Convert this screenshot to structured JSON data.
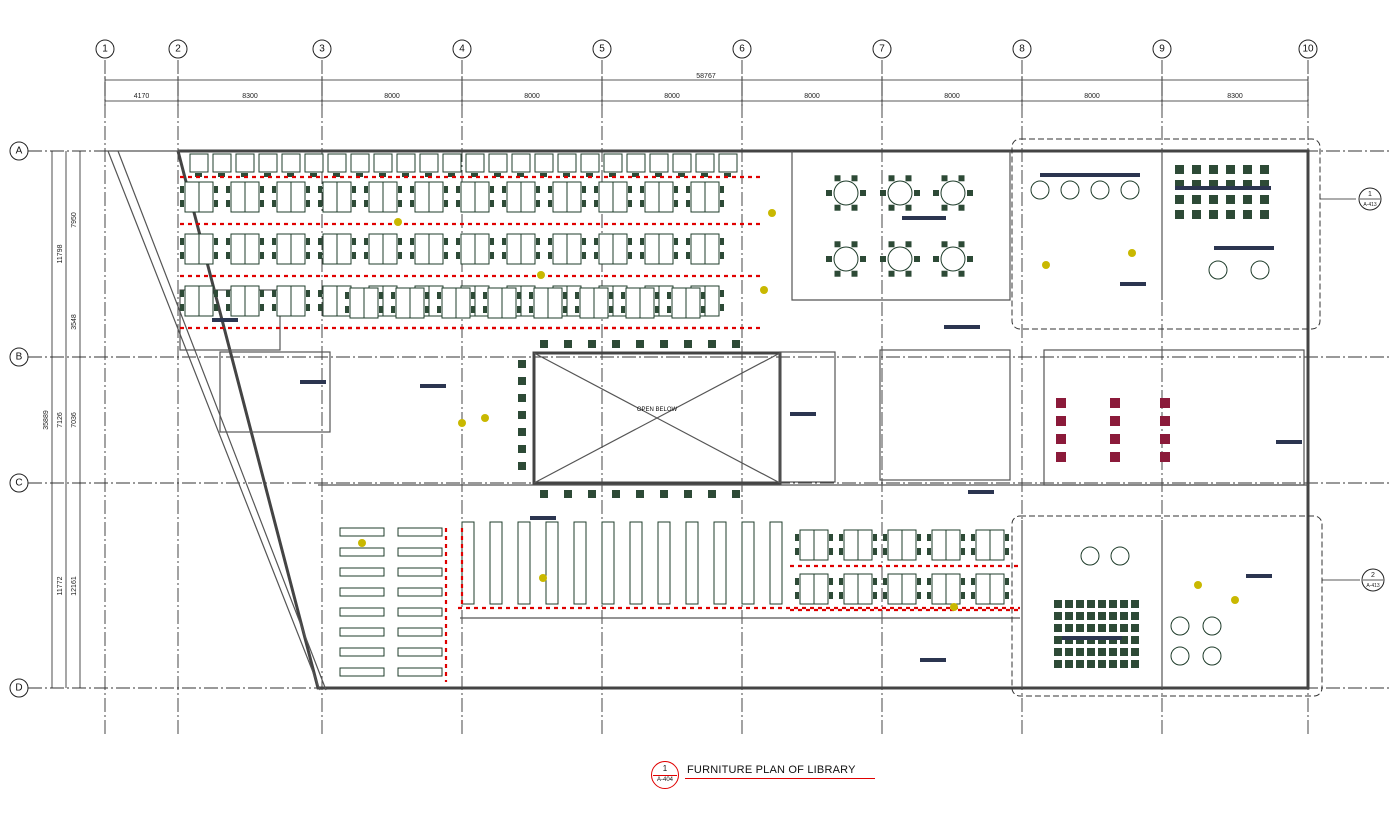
{
  "drawing": {
    "title": "FURNITURE PLAN OF LIBRARY",
    "detail_number": "1",
    "sheet_ref": "A-404",
    "void_label": "OPEN BELOW"
  },
  "grid": {
    "columns": [
      "1",
      "2",
      "3",
      "4",
      "5",
      "6",
      "7",
      "8",
      "9",
      "10"
    ],
    "rows": [
      "A",
      "B",
      "C",
      "D"
    ]
  },
  "dimensions": {
    "overall_horizontal": "58767",
    "horizontal_bays": [
      "4170",
      "8300",
      "8000",
      "8000",
      "8000",
      "8000",
      "8000",
      "8000",
      "8300"
    ],
    "overall_vertical": "35889",
    "vertical_outer": [
      "11798",
      "7126",
      "11772"
    ],
    "vertical_inner": [
      "7950",
      "3548",
      "7036",
      "12161"
    ]
  },
  "section_markers": [
    {
      "number": "1",
      "ref": "A-413"
    },
    {
      "number": "2",
      "ref": "A-413"
    }
  ],
  "colors": {
    "furniture": "#1f3d2b",
    "accent_red": "#e00000",
    "label_navy": "#2b3550",
    "wc_fixture": "#8b1a3a",
    "plant": "#c9b800"
  }
}
